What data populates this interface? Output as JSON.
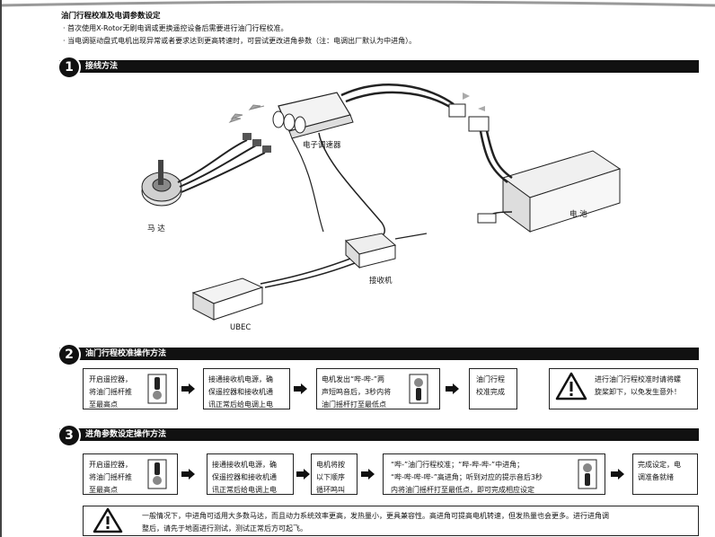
{
  "intro": {
    "heading": "油门行程校准及电调参数设定",
    "bullets": [
      "首次使用X-Rotor无刷电调或更换遥控设备后需要进行油门行程校准。",
      "当电调驱动盘式电机出现异常或者要求达到更高转速时，可尝试更改进角参数（注：电调出厂默认为中进角）。"
    ]
  },
  "sections": [
    {
      "number": "1",
      "title": "接线方法"
    },
    {
      "number": "2",
      "title": "油门行程校准操作方法"
    },
    {
      "number": "3",
      "title": "进角参数设定操作方法"
    }
  ],
  "diagram": {
    "esc_label": "电子调速器",
    "motor_label": "马 达",
    "battery_label": "电 池",
    "receiver_label": "接收机",
    "ubec_label": "UBEC"
  },
  "calibration": {
    "steps": [
      [
        "开启遥控器，",
        "将油门摇杆推",
        "至最高点"
      ],
      [
        "接通接收机电源，确",
        "保遥控器和接收机通",
        "讯正常后给电调上电"
      ],
      [
        "电机发出“哔-哔-”两",
        "声短鸣音后，3秒内将",
        "油门摇杆打至最低点"
      ],
      [
        "油门行程",
        "校准完成"
      ]
    ],
    "warning": [
      "进行油门行程校准时请将螺",
      "旋桨卸下，以免发生意外！"
    ]
  },
  "timing": {
    "steps": [
      [
        "开启遥控器，",
        "将油门摇杆推",
        "至最高点"
      ],
      [
        "接通接收机电源，确",
        "保遥控器和接收机通",
        "讯正常后给电调上电"
      ],
      [
        "电机将按",
        "以下顺序",
        "循环鸣叫"
      ],
      [
        "“哔-”油门行程校准；“哔-哔-哔-”中进角；",
        "“哔-哔-哔-哔-”高进角；听到对应的提示音后3秒",
        "内将油门摇杆打至最低点，即可完成相应设定"
      ],
      [
        "完成设定，电",
        "调准备就绪"
      ]
    ],
    "note": [
      "一般情况下，中进角可适用大多数马达，而且动力系统效率更高，发热量小，更具兼容性。高进角可提高电机转速，但发热量也会更多。进行进角调",
      "整后，请先于地面进行测试，测试正常后方可起飞。"
    ]
  },
  "colors": {
    "bar": "#111111",
    "border": "#222222"
  }
}
